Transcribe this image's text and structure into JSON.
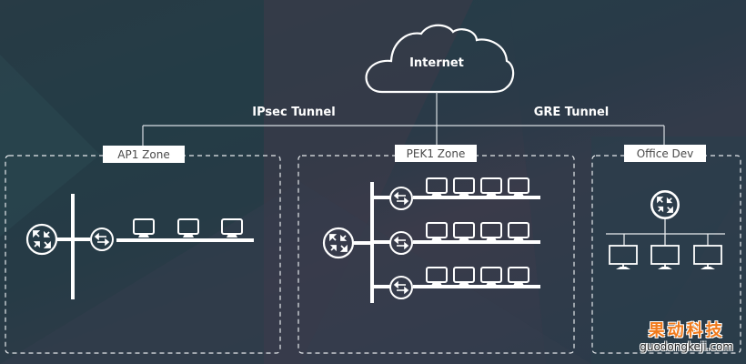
{
  "diagram": {
    "internet": {
      "label": "Internet",
      "icon": "cloud-icon"
    },
    "tunnels": [
      {
        "label": "IPsec Tunnel"
      },
      {
        "label": "GRE Tunnel"
      }
    ],
    "zones": [
      {
        "label": "AP1 Zone",
        "routers": 1,
        "segments": [
          {
            "switch": true,
            "hosts": 3
          }
        ]
      },
      {
        "label": "PEK1 Zone",
        "routers": 1,
        "segments": [
          {
            "switch": true,
            "hosts": 4
          },
          {
            "switch": true,
            "hosts": 4
          },
          {
            "switch": true,
            "hosts": 4
          }
        ]
      },
      {
        "label": "Office Dev",
        "routers": 1,
        "segments": [
          {
            "switch": false,
            "hosts": 3
          }
        ]
      }
    ],
    "icons": {
      "router": "router-icon",
      "switch": "switch-icon",
      "host": "monitor-icon"
    }
  },
  "watermark": {
    "chinese": "果动科技",
    "domain": "guodongkeji.com",
    "color": "#f07a1c"
  }
}
